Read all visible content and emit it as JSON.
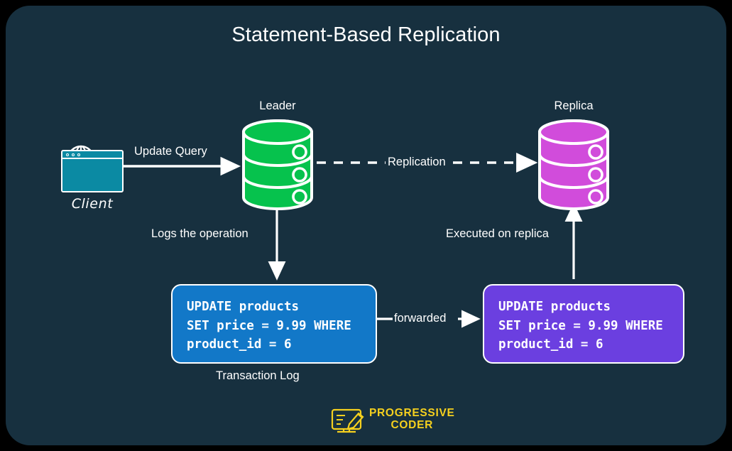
{
  "title": "Statement-Based Replication",
  "colors": {
    "background": "#000000",
    "panel": "#17303f",
    "leader": "#06c24d",
    "replica": "#d14cdb",
    "client": "#0b8aa3",
    "sql_leader_box": "#1278c8",
    "sql_replica_box": "#6b3fe0",
    "text": "#ffffff",
    "logo": "#f5d01e"
  },
  "nodes": {
    "client": {
      "label": "Client",
      "icon": "browser-globe-icon"
    },
    "leader": {
      "label": "Leader",
      "icon": "database-cylinder-icon"
    },
    "replica": {
      "label": "Replica",
      "icon": "database-cylinder-icon"
    },
    "transaction_log": {
      "caption": "Transaction Log",
      "sql": "UPDATE products\nSET price = 9.99 WHERE\nproduct_id = 6"
    },
    "replica_statement": {
      "sql": "UPDATE products\nSET price = 9.99 WHERE\nproduct_id = 6"
    }
  },
  "edges": {
    "client_to_leader": "Update Query",
    "leader_to_replica": "Replication",
    "leader_to_log": "Logs the operation",
    "log_to_replica_statement": "forwarded",
    "statement_to_replica": "Executed on replica"
  },
  "logo": {
    "line1": "PROGRESSIVE",
    "line2": "CODER",
    "icon": "monitor-pencil-icon"
  }
}
